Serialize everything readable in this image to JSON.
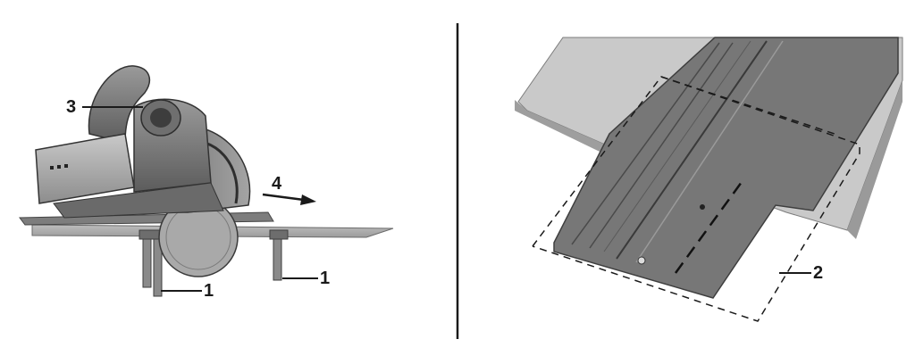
{
  "left_panel": {
    "callouts": {
      "clamp_left": "1",
      "clamp_right": "1",
      "dust_port": "3",
      "direction": "4"
    }
  },
  "right_panel": {
    "callouts": {
      "rail_edge": "2"
    }
  }
}
